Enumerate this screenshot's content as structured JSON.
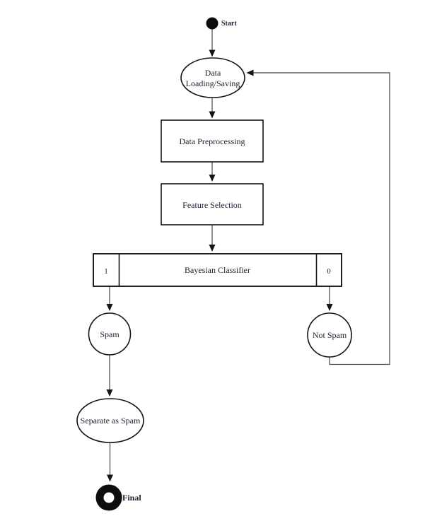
{
  "page": {
    "background": "#ffffff"
  },
  "diagram": {
    "type": "flowchart",
    "nodes": {
      "start": {
        "label": "Start",
        "shape": "filled-circle"
      },
      "data_loading": {
        "lines": [
          "Data",
          "Loading/Saving"
        ],
        "shape": "ellipse"
      },
      "data_preprocessing": {
        "label": "Data Preprocessing",
        "shape": "rectangle"
      },
      "feature_selection": {
        "label": "Feature Selection",
        "shape": "rectangle"
      },
      "bayesian_classifier": {
        "label": "Bayesian Classifier",
        "left_port": "1",
        "right_port": "0",
        "shape": "partitioned-rectangle"
      },
      "spam": {
        "label": "Spam",
        "shape": "circle"
      },
      "not_spam": {
        "label": "Not Spam",
        "shape": "circle"
      },
      "separate_as_spam": {
        "label": "Separate as Spam",
        "shape": "ellipse"
      },
      "final": {
        "label": "Final",
        "shape": "ring"
      }
    },
    "edges": [
      {
        "from": "start",
        "to": "data_loading"
      },
      {
        "from": "data_loading",
        "to": "data_preprocessing"
      },
      {
        "from": "data_preprocessing",
        "to": "feature_selection"
      },
      {
        "from": "feature_selection",
        "to": "bayesian_classifier"
      },
      {
        "from": "bayesian_classifier",
        "port": "1",
        "to": "spam"
      },
      {
        "from": "bayesian_classifier",
        "port": "0",
        "to": "not_spam"
      },
      {
        "from": "spam",
        "to": "separate_as_spam"
      },
      {
        "from": "separate_as_spam",
        "to": "final"
      },
      {
        "from": "not_spam",
        "to": "data_loading",
        "kind": "feedback-loop"
      }
    ],
    "colors": {
      "background": "#ffffff",
      "shape_border": "#141414",
      "connector": "#474747",
      "text": "#1e1e30",
      "start_fill": "#0e0e0e",
      "port_1": "#8f8f98",
      "port_0": "#2a2a44"
    }
  }
}
